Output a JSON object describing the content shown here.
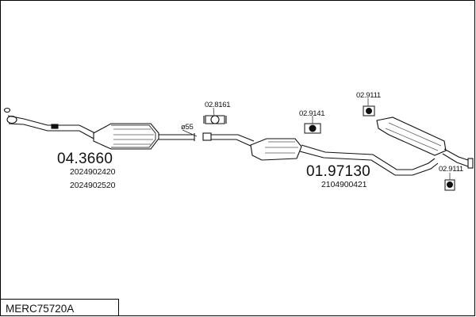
{
  "assembly_code": "MERC75720A",
  "parts": {
    "front_pipe": {
      "number": "04.3660",
      "oem_codes": [
        "2024902420",
        "2024902520"
      ]
    },
    "clamp": {
      "number": "02.8161"
    },
    "pipe_diameter": "ø55",
    "rubber_mount_center": {
      "number": "02.9141"
    },
    "center_muffler": {
      "number": "01.97130",
      "oem_codes": [
        "2104900421"
      ]
    },
    "rubber_mount_rear_upper": {
      "number": "02.9111"
    },
    "rubber_mount_rear_lower": {
      "number": "02.9111"
    }
  }
}
